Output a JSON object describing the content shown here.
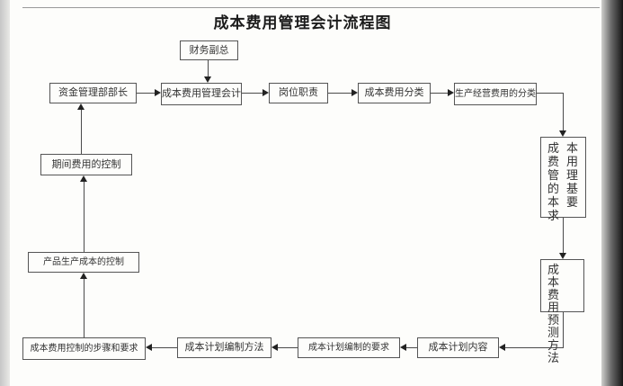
{
  "diagram": {
    "title": "成本费用管理会计流程图",
    "colors": {
      "line": "#4a4a4a",
      "box_border": "#555555",
      "text": "#333333",
      "page_edge_dark": "#161616"
    },
    "nodes": {
      "cfo": "财务副总",
      "funds_mgmt_head": "资金管理部部长",
      "cost_mgmt_accountant": "成本费用管理会计",
      "job_duties": "岗位职责",
      "cost_expense_classification": "成本费用分类",
      "prod_op_expense_classification": "生产经营费用的分类",
      "basic_requirements": "成本费用管理的基本要求",
      "forecast_method": "成本费用预测方法",
      "cost_plan_content": "成本计划内容",
      "plan_prep_requirements": "成本计划编制的要求",
      "plan_prep_method": "成本计划编制方法",
      "control_steps": "成本费用控制的步骤和要求",
      "period_expense_control": "期间费用的控制",
      "product_cost_control": "产品生产成本的控制"
    },
    "edges": [
      {
        "from": "cfo",
        "to": "cost_mgmt_accountant"
      },
      {
        "from": "funds_mgmt_head",
        "to": "cost_mgmt_accountant"
      },
      {
        "from": "cost_mgmt_accountant",
        "to": "job_duties"
      },
      {
        "from": "job_duties",
        "to": "cost_expense_classification"
      },
      {
        "from": "cost_expense_classification",
        "to": "prod_op_expense_classification"
      },
      {
        "from": "prod_op_expense_classification",
        "to": "basic_requirements"
      },
      {
        "from": "basic_requirements",
        "to": "forecast_method"
      },
      {
        "from": "forecast_method",
        "to": "cost_plan_content"
      },
      {
        "from": "cost_plan_content",
        "to": "plan_prep_requirements"
      },
      {
        "from": "plan_prep_requirements",
        "to": "plan_prep_method"
      },
      {
        "from": "plan_prep_method",
        "to": "control_steps"
      },
      {
        "from": "control_steps",
        "to": "product_cost_control"
      },
      {
        "from": "product_cost_control",
        "to": "period_expense_control"
      },
      {
        "from": "period_expense_control",
        "to": "funds_mgmt_head"
      }
    ]
  }
}
